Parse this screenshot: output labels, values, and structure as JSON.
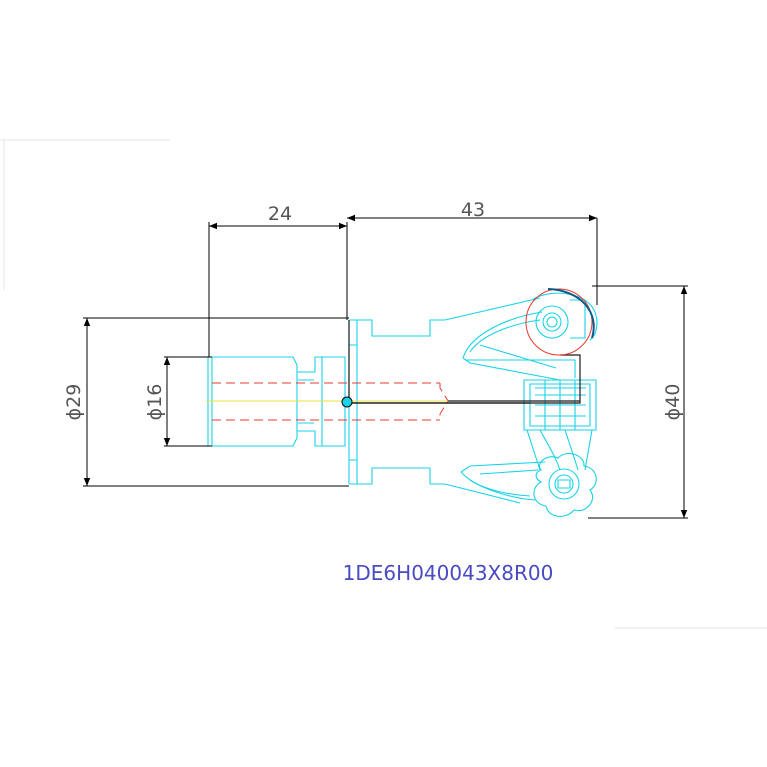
{
  "drawing": {
    "part_code": "1DE6H040043X8R00",
    "dimensions": {
      "shank_length": "24",
      "overall_length": "43",
      "shank_diameter": "ϕ29",
      "bore_diameter": "ϕ16",
      "cutting_diameter": "ϕ40"
    }
  },
  "colors": {
    "geometry": "#19d3e8",
    "centerline": "#e8382e",
    "axis": "#e8e23a",
    "dimension": "#000000",
    "label": "#4a4ac2"
  }
}
